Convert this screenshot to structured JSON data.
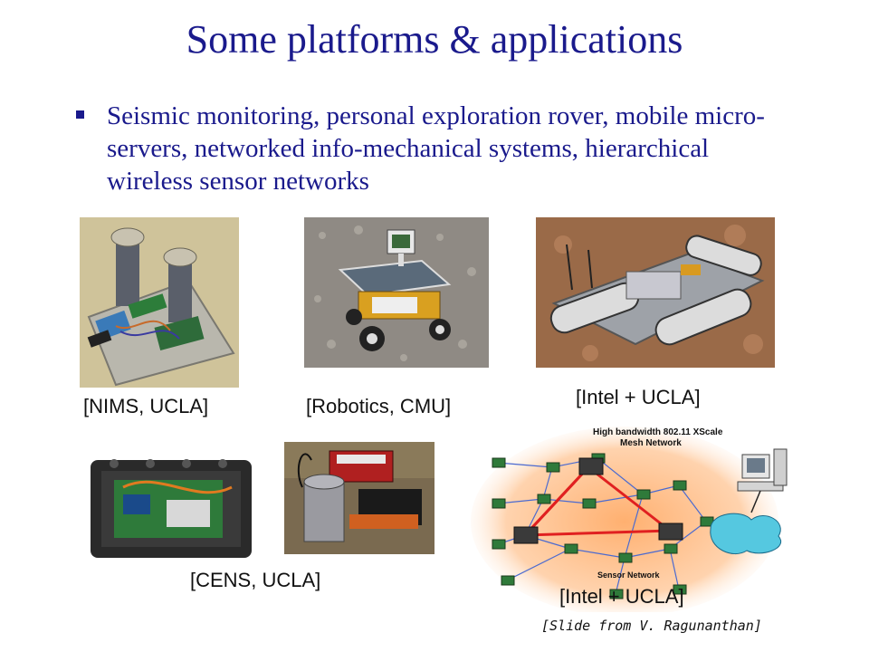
{
  "slide": {
    "title": "Some platforms & applications",
    "bullet": "Seismic monitoring, personal exploration rover, mobile micro-servers, networked info-mechanical systems, hierarchical wireless sensor networks"
  },
  "captions": {
    "nims": "[NIMS, UCLA]",
    "robotics": "[Robotics, CMU]",
    "intel_tank": "[Intel + UCLA]",
    "cens": "[CENS, UCLA]",
    "intel_network": "[Intel + UCLA]"
  },
  "network_diagram": {
    "label_top_line1": "High bandwidth 802.11 XScale",
    "label_top_line2": "Mesh Network",
    "label_bottom": "Sensor Network"
  },
  "credit": "[Slide from V. Ragunanthan]",
  "colors": {
    "title_text": "#1a1a8c",
    "caption_text": "#111111"
  }
}
